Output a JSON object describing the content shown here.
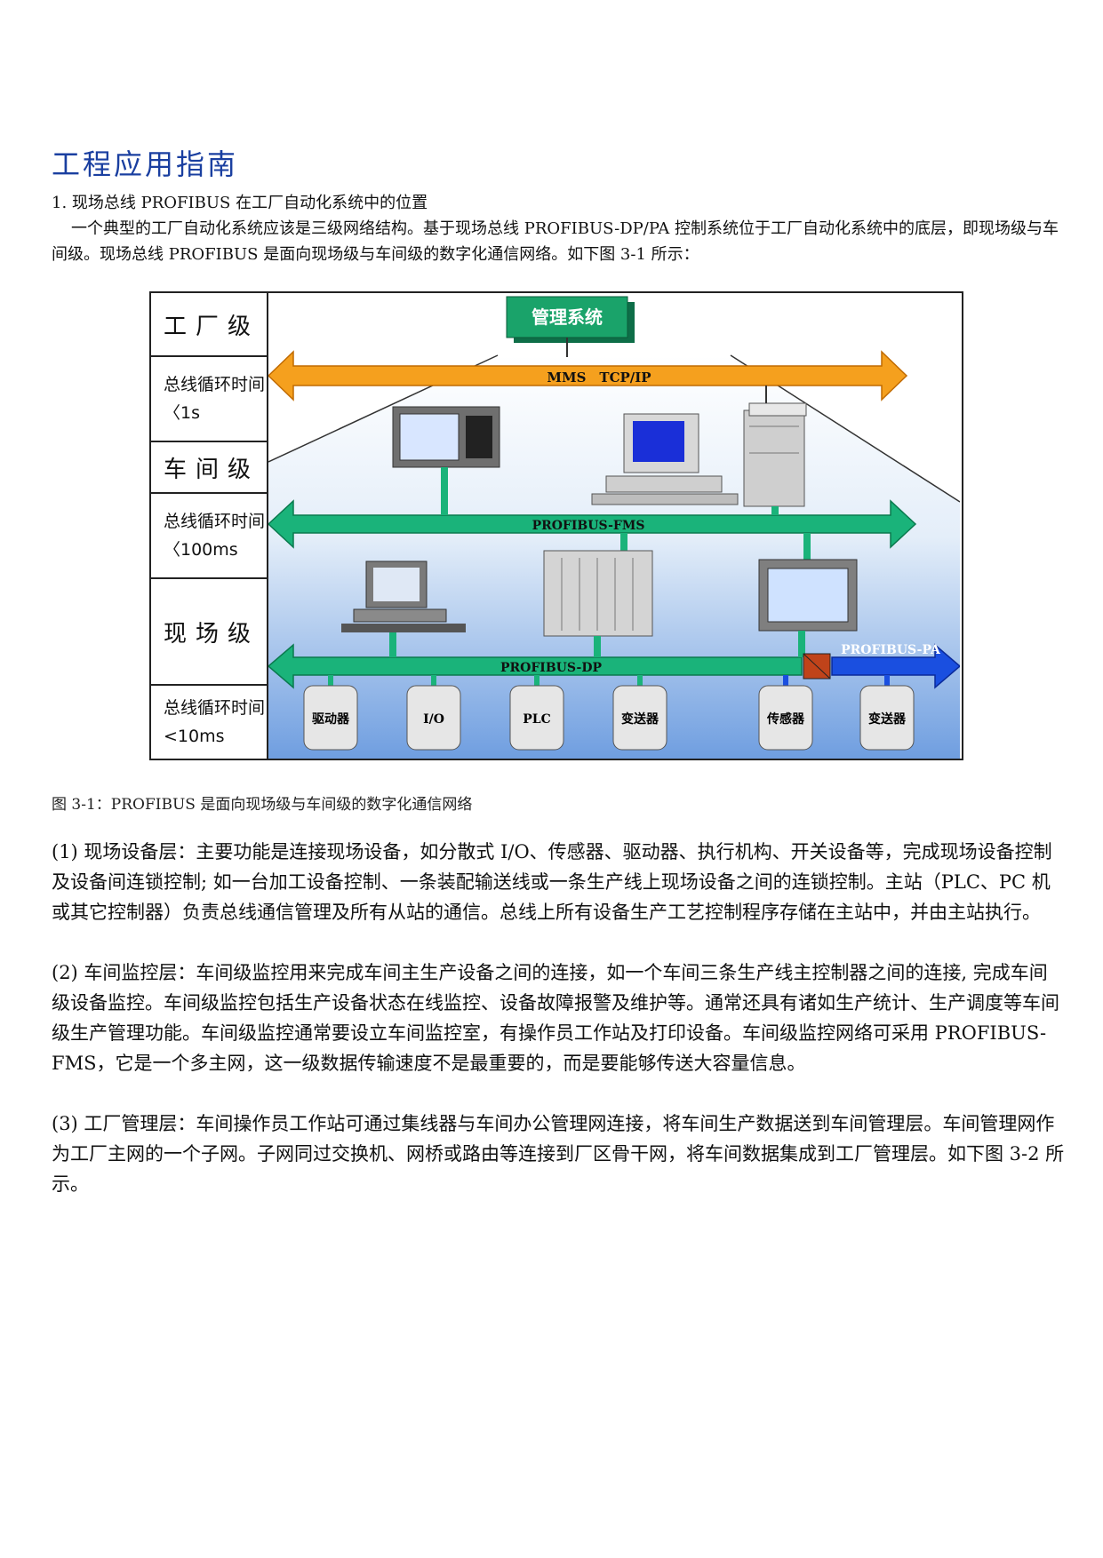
{
  "page_title": "工程应用指南",
  "section_heading": "1. 现场总线 PROFIBUS 在工厂自动化系统中的位置",
  "intro": "一个典型的工厂自动化系统应该是三级网络结构。基于现场总线 PROFIBUS-DP/PA 控制系统位于工厂自动化系统中的底层，即现场级与车间级。现场总线 PROFIBUS 是面向现场级与车间级的数字化通信网络。如下图 3-1 所示：",
  "figure": {
    "levels": [
      {
        "label": "工厂级"
      },
      {
        "label": "总线循环时间〈1s"
      },
      {
        "label": "车间级"
      },
      {
        "label": "总线循环时间〈100ms"
      },
      {
        "label": "现场级"
      },
      {
        "label": "总线循环时间<10ms"
      }
    ],
    "mgmt_system": "管理系统",
    "bus_plant": "MMS　TCP/IP",
    "bus_fms": "PROFIBUS-FMS",
    "bus_dp": "PROFIBUS-DP",
    "bus_pa": "PROFIBUS-PA",
    "devices": [
      "驱动器",
      "I/O",
      "PLC",
      "变送器",
      "传感器",
      "变送器"
    ],
    "colors": {
      "plant_bus": "#f5a01e",
      "fms_bus": "#1ab37a",
      "pa_bus": "#1a4fe0",
      "mgmt_box": "#1aa36a"
    }
  },
  "caption": "图 3-1：PROFIBUS 是面向现场级与车间级的数字化通信网络",
  "paragraphs": [
    "(1) 现场设备层：主要功能是连接现场设备，如分散式 I/O、传感器、驱动器、执行机构、开关设备等，完成现场设备控制及设备间连锁控制; 如一台加工设备控制、一条装配输送线或一条生产线上现场设备之间的连锁控制。主站（PLC、PC 机或其它控制器）负责总线通信管理及所有从站的通信。总线上所有设备生产工艺控制程序存储在主站中，并由主站执行。",
    "(2) 车间监控层：车间级监控用来完成车间主生产设备之间的连接，如一个车间三条生产线主控制器之间的连接, 完成车间级设备监控。车间级监控包括生产设备状态在线监控、设备故障报警及维护等。通常还具有诸如生产统计、生产调度等车间级生产管理功能。车间级监控通常要设立车间监控室，有操作员工作站及打印设备。车间级监控网络可采用 PROFIBUS-FMS，它是一个多主网，这一级数据传输速度不是最重要的，而是要能够传送大容量信息。",
    "(3) 工厂管理层：车间操作员工作站可通过集线器与车间办公管理网连接，将车间生产数据送到车间管理层。车间管理网作为工厂主网的一个子网。子网同过交换机、网桥或路由等连接到厂区骨干网，将车间数据集成到工厂管理层。如下图 3-2 所示。"
  ]
}
